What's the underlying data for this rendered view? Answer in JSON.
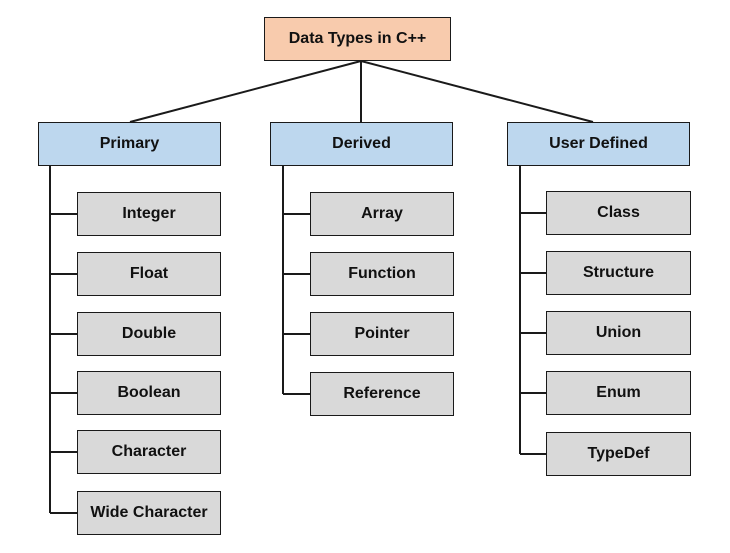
{
  "root": {
    "label": "Data Types in C++"
  },
  "categories": [
    {
      "label": "Primary",
      "items": [
        "Integer",
        "Float",
        "Double",
        "Boolean",
        "Character",
        "Wide Character"
      ]
    },
    {
      "label": "Derived",
      "items": [
        "Array",
        "Function",
        "Pointer",
        "Reference"
      ]
    },
    {
      "label": "User Defined",
      "items": [
        "Class",
        "Structure",
        "Union",
        "Enum",
        "TypeDef"
      ]
    }
  ],
  "colors": {
    "root_fill": "#f8cbad",
    "category_fill": "#bdd7ee",
    "item_fill": "#d9d9d9",
    "stroke": "#1a1a1a"
  }
}
